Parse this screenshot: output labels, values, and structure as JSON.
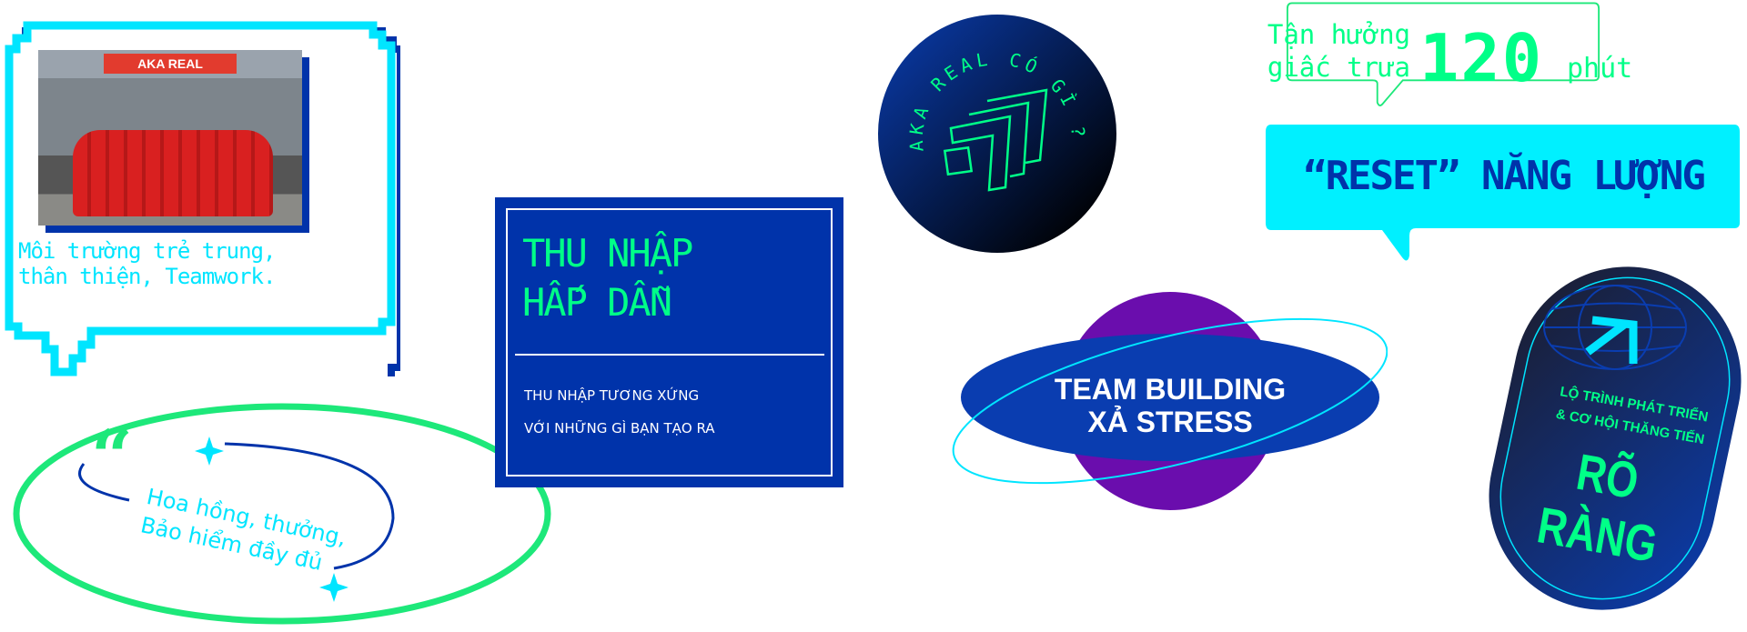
{
  "environment_card": {
    "photo_sign": "AKA REAL",
    "caption_line1": "Môi trường trẻ trung,",
    "caption_line2": "thân thiện, Teamwork."
  },
  "benefits": {
    "line1": "Hoa hồng, thưởng,",
    "line2": "Bảo hiểm đầy đủ"
  },
  "income_card": {
    "title_line1": "THU NHẬP",
    "title_line2": "HẤP DẪN",
    "sub_line1": "THU NHẬP TƯƠNG XỨNG",
    "sub_line2": "VỚI NHỮNG GÌ BẠN TẠO RA"
  },
  "circle_badge": {
    "curved_text": "AKA REAL CÓ GÌ ?"
  },
  "team_building": {
    "line1": "TEAM BUILDING",
    "line2": "XẢ STRESS"
  },
  "rest": {
    "line1": "Tận hưởng",
    "line2": "giấc trưa",
    "number": "120",
    "unit": "phút",
    "banner": "“RESET” NĂNG LƯỢNG"
  },
  "career": {
    "line1": "LỘ TRÌNH PHÁT TRIỂN",
    "line2": "& CƠ HỘI THĂNG TIẾN",
    "main": "RÕ RÀNG"
  },
  "colors": {
    "cyan": "#00e5ff",
    "green": "#00ff88",
    "blue": "#0033aa",
    "purple": "#6a0dad"
  }
}
